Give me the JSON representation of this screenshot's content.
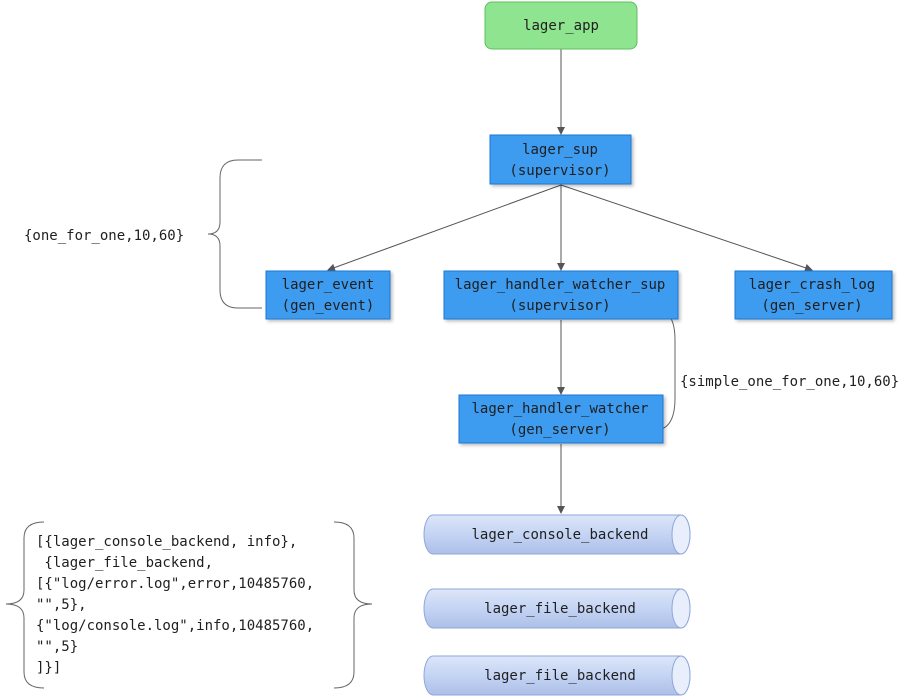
{
  "nodes": {
    "lager_app": {
      "label": "lager_app"
    },
    "lager_sup": {
      "line1": "lager_sup",
      "line2": "(supervisor)"
    },
    "lager_event": {
      "line1": "lager_event",
      "line2": "(gen_event)"
    },
    "lager_handler_watcher_sup": {
      "line1": "lager_handler_watcher_sup",
      "line2": "(supervisor)"
    },
    "lager_crash_log": {
      "line1": "lager_crash_log",
      "line2": "(gen_server)"
    },
    "lager_handler_watcher": {
      "line1": "lager_handler_watcher",
      "line2": "(gen_server)"
    },
    "lager_console_backend": {
      "label": "lager_console_backend"
    },
    "lager_file_backend_1": {
      "label": "lager_file_backend"
    },
    "lager_file_backend_2": {
      "label": "lager_file_backend"
    }
  },
  "annotations": {
    "restart_strategy_sup": "{one_for_one,10,60}",
    "restart_strategy_watcher_sup": "{simple_one_for_one,10,60}",
    "backend_config": [
      "[{lager_console_backend, info},",
      " {lager_file_backend,",
      "[{\"log/error.log\",error,10485760,",
      "\"\",5},",
      "{\"log/console.log\",info,10485760,",
      "\"\",5}",
      "]}]"
    ]
  },
  "colors": {
    "app_fill": "#8fe58f",
    "app_stroke": "#5cbf5c",
    "process_fill": "#3d9bf0",
    "process_stroke": "#1f7ad6",
    "backend_fill": "#c4d4f4",
    "backend_stroke": "#8fa6db",
    "line": "#555555"
  }
}
